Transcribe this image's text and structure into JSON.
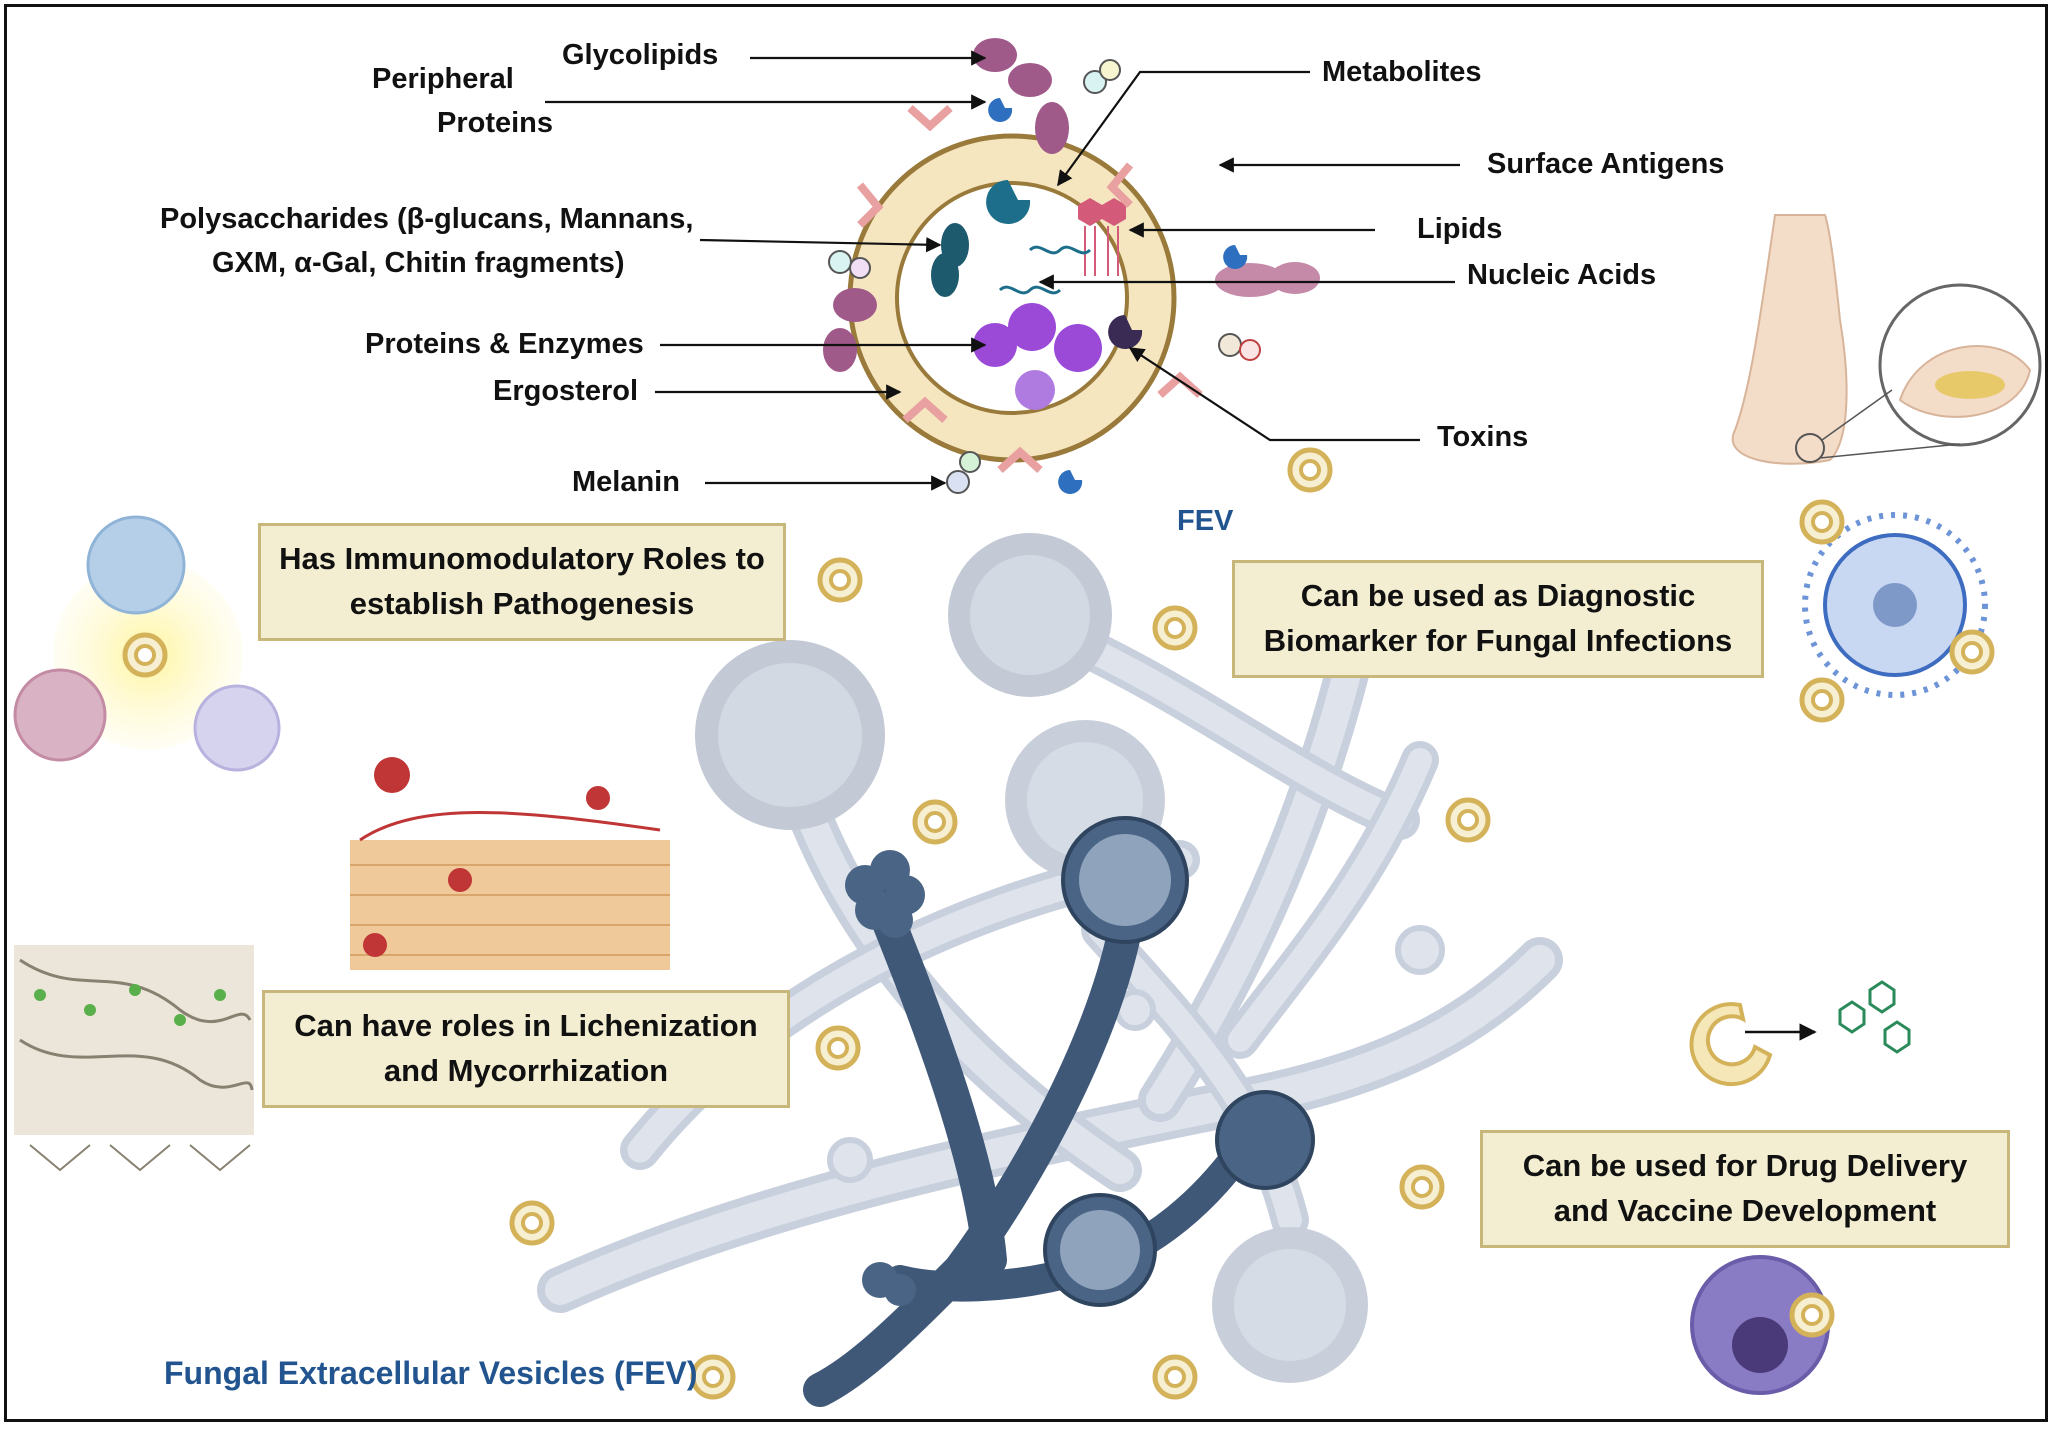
{
  "vesicle_labels": {
    "glycolipids": "Glycolipids",
    "peripheral_proteins_1": "Peripheral",
    "peripheral_proteins_2": "Proteins",
    "polysaccharides_1": "Polysaccharides (β-glucans, Mannans,",
    "polysaccharides_2": "GXM, α-Gal, Chitin fragments)",
    "proteins_enzymes": "Proteins & Enzymes",
    "ergosterol": "Ergosterol",
    "melanin": "Melanin",
    "metabolites": "Metabolites",
    "surface_antigens": "Surface Antigens",
    "lipids": "Lipids",
    "nucleic_acids": "Nucleic Acids",
    "toxins": "Toxins",
    "fev_short": "FEV"
  },
  "role_boxes": {
    "immunomodulatory": {
      "line1": "Has Immunomodulatory Roles to",
      "line2": "establish Pathogenesis"
    },
    "diagnostic": {
      "line1": "Can be used as Diagnostic",
      "line2": "Biomarker for Fungal Infections"
    },
    "lichenization": {
      "line1": "Can have roles in Lichenization",
      "line2": "and Mycorrhization"
    },
    "drug_delivery": {
      "line1": "Can be used for Drug Delivery",
      "line2": "and Vaccine Development"
    }
  },
  "footer_title": "Fungal Extracellular Vesicles (FEV)",
  "colors": {
    "border": "#111111",
    "box_fill": "#f3eed1",
    "box_border": "#c7b77a",
    "title_blue": "#22558f",
    "membrane_fill": "#f5e6c0",
    "membrane_stroke": "#9a7a3a",
    "hyphae_dark": "#3f5878",
    "hyphae_light": "#c9d0dd",
    "vesicle_ring": "#d4b25a",
    "purple_protein": "#9b4ad8",
    "glycolipid": "#a05a8a"
  },
  "icons": [
    "fev-vesicle-icon",
    "fungal-hyphae-icon",
    "immune-cells-icon",
    "foot-nail-infection-icon",
    "lichen-tissue-icon",
    "mycorrhiza-root-icon",
    "dendritic-cell-icon",
    "drug-molecule-icon",
    "macrophage-icon",
    "spore-icon"
  ]
}
